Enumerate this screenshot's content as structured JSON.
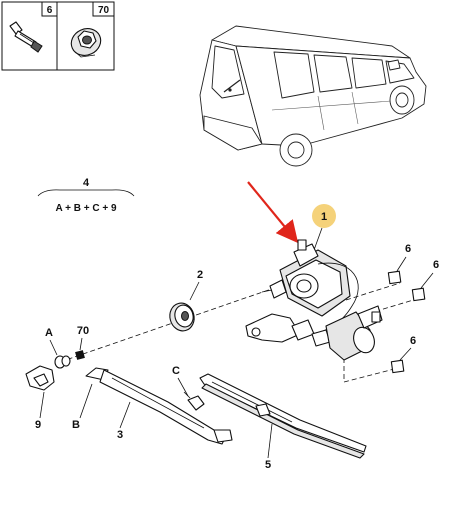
{
  "inset": {
    "items": [
      {
        "number": "6",
        "icon": "push-rivet-icon"
      },
      {
        "number": "70",
        "icon": "hex-nut-icon"
      }
    ]
  },
  "kit": {
    "number": "4",
    "formula": "A + B + C + 9"
  },
  "callouts": {
    "motor": "1",
    "grommet": "2",
    "arm": "3",
    "blade": "5",
    "rivet_a": "6",
    "rivet_b": "6",
    "rivet_c": "6",
    "cap": "9",
    "nut": "70",
    "A": "A",
    "B": "B",
    "C": "C"
  },
  "colors": {
    "highlight_circle": "#f5d27a",
    "pointer_arrow": "#e0261b"
  }
}
